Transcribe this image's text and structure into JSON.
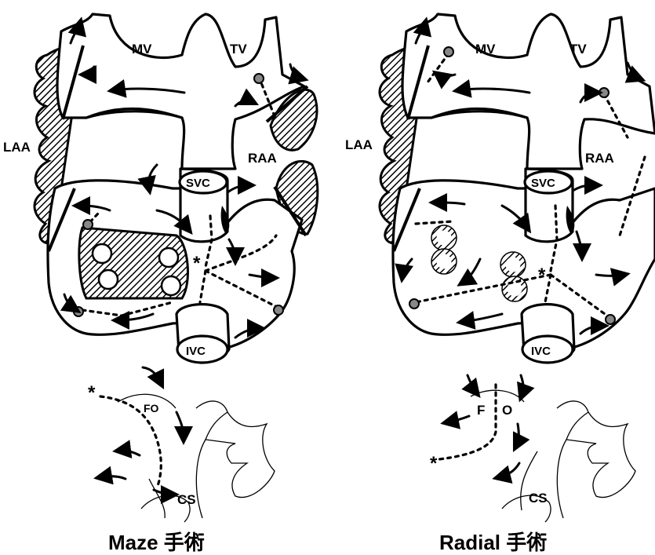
{
  "panels": [
    {
      "labels": {
        "mv": "MV",
        "tv": "TV",
        "laa": "LAA",
        "raa": "RAA",
        "svc": "SVC",
        "ivc": "IVC",
        "fo": "FO",
        "cs": "CS",
        "star": "*"
      },
      "caption": "Maze 手術"
    },
    {
      "labels": {
        "mv": "MV",
        "tv": "TV",
        "laa": "LAA",
        "raa": "RAA",
        "svc": "SVC",
        "ivc": "IVC",
        "fo_f": "F",
        "fo_o": "O",
        "cs": "CS",
        "star": "*"
      },
      "caption": "Radial 手術"
    }
  ],
  "colors": {
    "ink": "#000000",
    "background": "#ffffff"
  }
}
